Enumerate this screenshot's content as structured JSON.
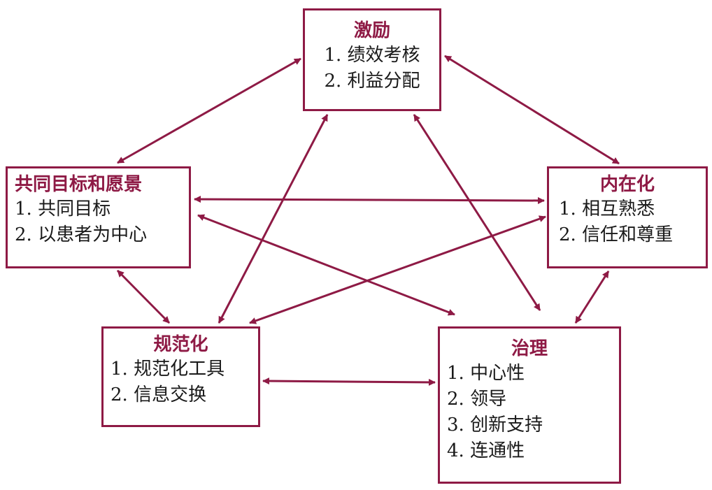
{
  "colors": {
    "accent": "#8e1a45",
    "text": "#1a1a1a",
    "background": "#ffffff"
  },
  "nodes": {
    "jili": {
      "title": "激励",
      "items": [
        "1. 绩效考核",
        "2. 利益分配"
      ]
    },
    "gongtong": {
      "title": "共同目标和愿景",
      "items": [
        "1. 共同目标",
        "2. 以患者为中心"
      ]
    },
    "neizai": {
      "title": "内在化",
      "items": [
        "1. 相互熟悉",
        "2. 信任和尊重"
      ]
    },
    "guifan": {
      "title": "规范化",
      "items": [
        "1. 规范化工具",
        "2. 信息交换"
      ]
    },
    "zhili": {
      "title": "治理",
      "items": [
        "1. 中心性",
        "2. 领导",
        "3. 创新支持",
        "4. 连通性"
      ]
    }
  },
  "connections": [
    {
      "from": "jili",
      "to": "gongtong",
      "direction": "both"
    },
    {
      "from": "jili",
      "to": "neizai",
      "direction": "both"
    },
    {
      "from": "jili",
      "to": "guifan",
      "direction": "both"
    },
    {
      "from": "jili",
      "to": "zhili",
      "direction": "both"
    },
    {
      "from": "gongtong",
      "to": "neizai",
      "direction": "both"
    },
    {
      "from": "gongtong",
      "to": "guifan",
      "direction": "both"
    },
    {
      "from": "gongtong",
      "to": "zhili",
      "direction": "both"
    },
    {
      "from": "neizai",
      "to": "guifan",
      "direction": "both"
    },
    {
      "from": "neizai",
      "to": "zhili",
      "direction": "both"
    },
    {
      "from": "guifan",
      "to": "zhili",
      "direction": "both"
    }
  ]
}
